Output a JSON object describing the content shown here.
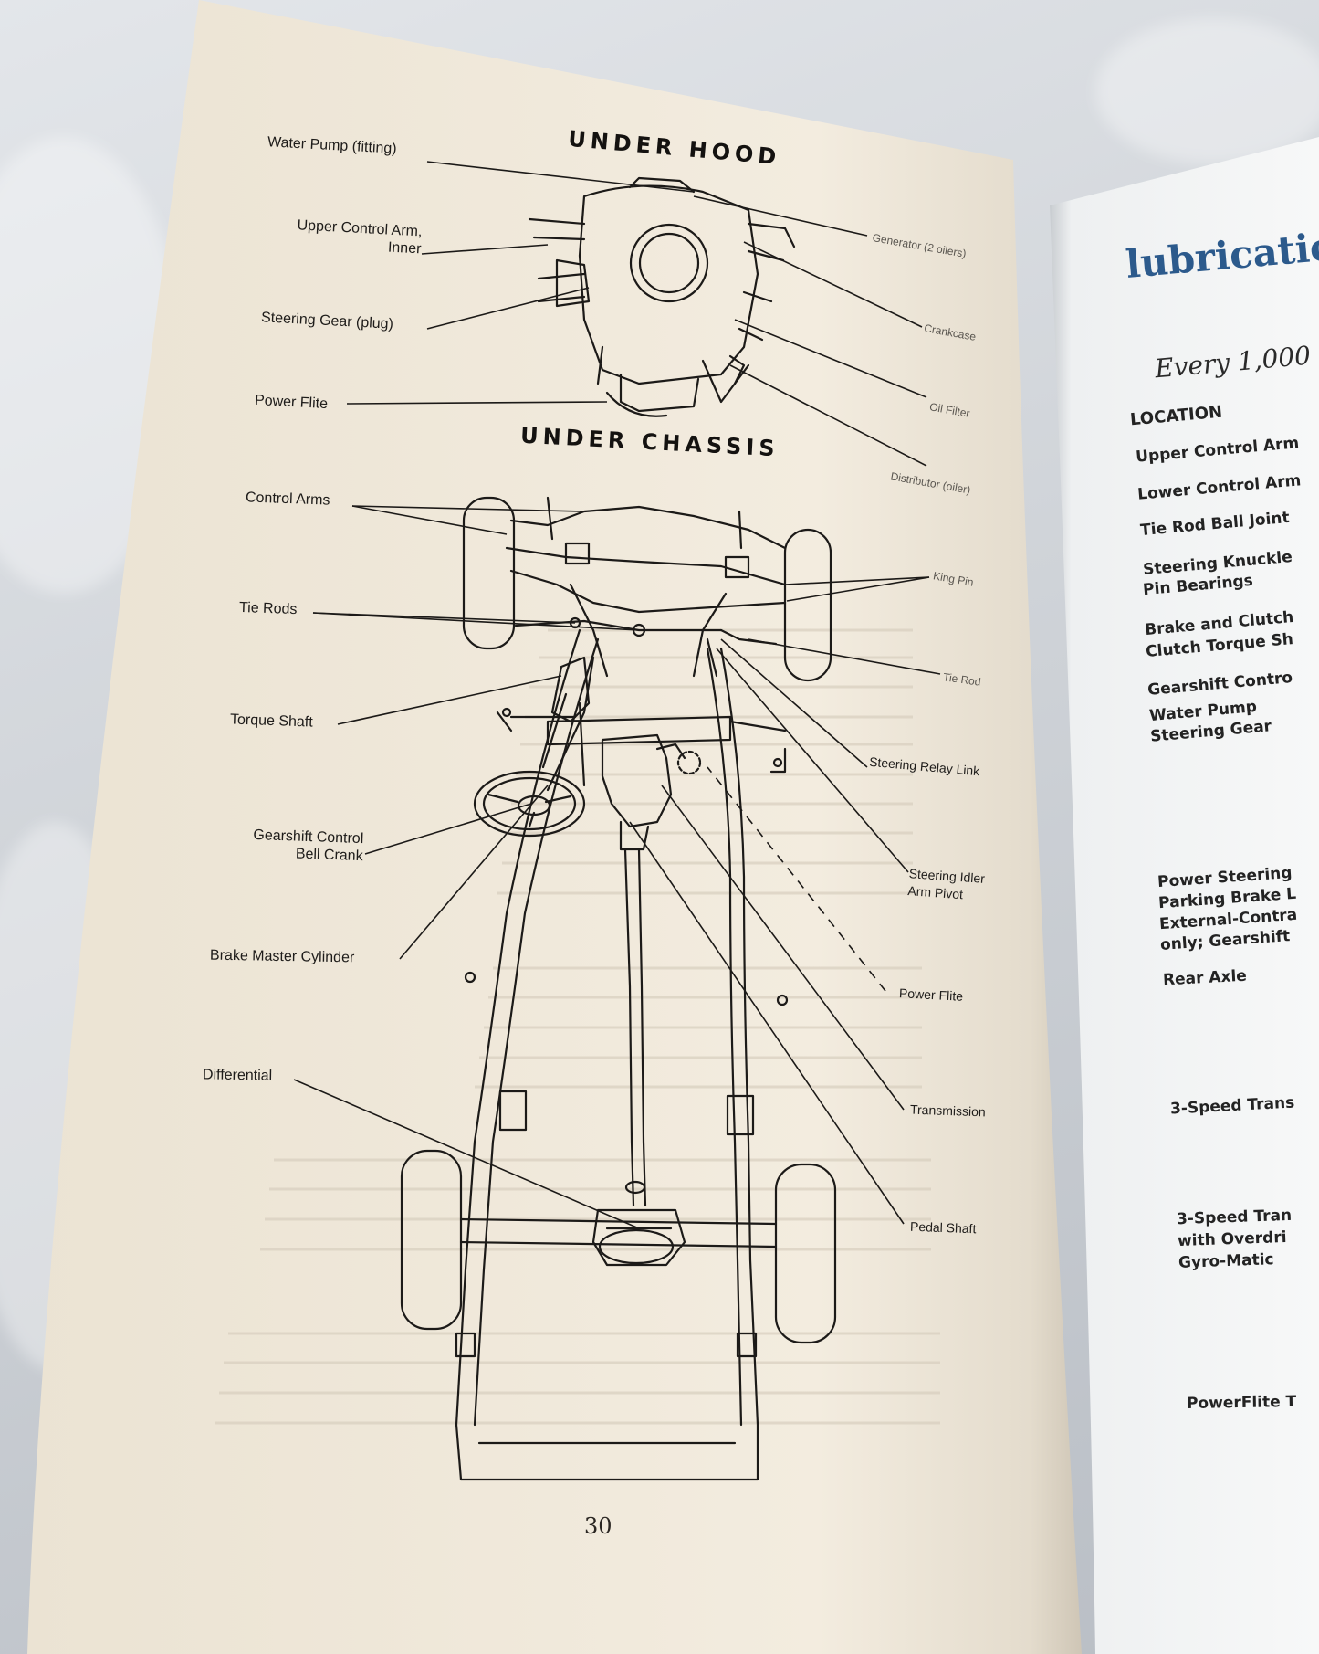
{
  "left_page": {
    "heading_hood": "UNDER HOOD",
    "heading_chassis": "UNDER CHASSIS",
    "page_number": "30",
    "labels_left": {
      "water_pump": "Water Pump (fitting)",
      "upper_control_arm_1": "Upper Control Arm,",
      "upper_control_arm_2": "Inner",
      "steering_gear": "Steering Gear (plug)",
      "power_flite_top": "Power Flite",
      "control_arms": "Control Arms",
      "tie_rods": "Tie Rods",
      "torque_shaft": "Torque Shaft",
      "gearshift_1": "Gearshift Control",
      "gearshift_2": "Bell Crank",
      "brake_master": "Brake Master Cylinder",
      "differential": "Differential"
    },
    "labels_right": {
      "generator": "Generator (2 oilers)",
      "crankcase": "Crankcase",
      "oil_filter": "Oil Filter",
      "distributor": "Distributor (oiler)",
      "king_pin": "King Pin",
      "tie_rod": "Tie Rod",
      "steering_relay": "Steering Relay Link",
      "idler_1": "Steering Idler",
      "idler_2": "Arm Pivot",
      "power_flite_bottom": "Power Flite",
      "transmission": "Transmission",
      "pedal_shaft": "Pedal Shaft"
    }
  },
  "right_page": {
    "title": "lubricatio",
    "subtitle": "Every 1,000",
    "location_header": "LOCATION",
    "items": [
      "Upper Control Arm",
      "Lower Control Arm",
      "Tie Rod Ball Joint",
      "Steering Knuckle",
      "Pin Bearings",
      "Brake and Clutch",
      "Clutch Torque Sh",
      "Gearshift Contro",
      "Water Pump",
      "Steering Gear",
      "Power Steering",
      "Parking Brake L",
      "External-Contra",
      "only; Gearshift",
      "Rear Axle",
      "3-Speed Trans",
      "3-Speed Tran",
      "with Overdri",
      "Gyro-Matic",
      "PowerFlite T"
    ]
  },
  "colors": {
    "paper": "#f2ebdd",
    "ink": "#1e1c1a",
    "title_blue": "#2c5a8c"
  }
}
